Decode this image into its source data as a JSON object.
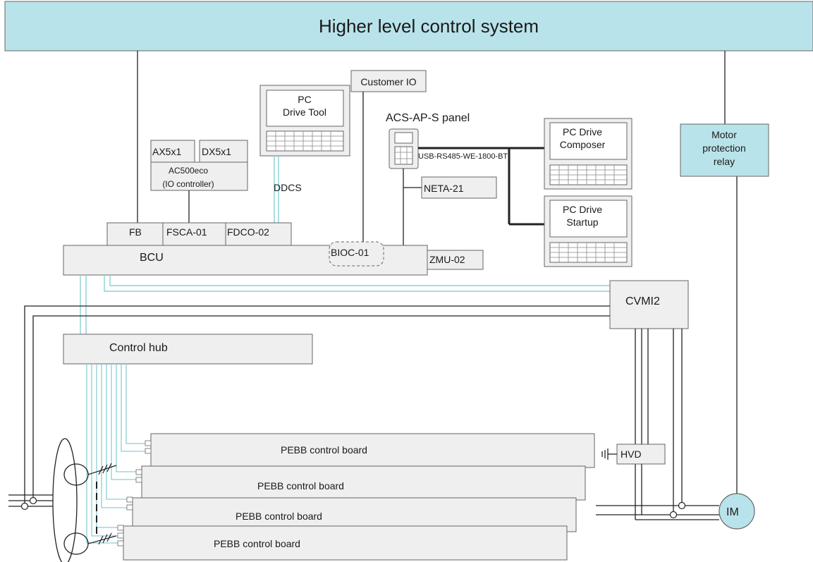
{
  "header": {
    "title": "Higher level control system"
  },
  "colors": {
    "header_fill": "#b9e3ea",
    "box_fill": "#efefef",
    "accent_fill": "#b9e3ea",
    "wire": "#222222",
    "fiber": "#8ccfd6"
  },
  "components": {
    "customer_io": "Customer IO",
    "pc_drive_tool": {
      "line1": "PC",
      "line2": "Drive Tool"
    },
    "panel_title": "ACS-AP-S panel",
    "panel_link": "USB-RS485-WE-1800-BT",
    "pc_drive_composer": {
      "line1": "PC Drive",
      "line2": "Composer"
    },
    "pc_drive_startup": {
      "line1": "PC Drive",
      "line2": "Startup"
    },
    "motor_protection": {
      "line1": "Motor",
      "line2": "protection",
      "line3": "relay"
    },
    "ax5x1": "AX5x1",
    "dx5x1": "DX5x1",
    "ac500eco": {
      "line1": "AC500eco",
      "line2": "(IO controller)"
    },
    "ddcs": "DDCS",
    "neta": "NETA-21",
    "fb": "FB",
    "fsca": "FSCA-01",
    "fdco": "FDCO-02",
    "bcu": "BCU",
    "bioc": "BIOC-01",
    "zmu": "ZMU-02",
    "cvmi2": "CVMI2",
    "control_hub": "Control hub",
    "hvd": "HVD",
    "motor": "IM",
    "pebb_boards": [
      "PEBB control board",
      "PEBB control board",
      "PEBB control board",
      "PEBB control board"
    ]
  }
}
